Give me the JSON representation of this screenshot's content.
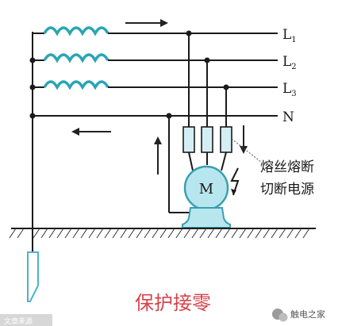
{
  "diagram": {
    "lines": [
      {
        "base": "L",
        "sub": "1"
      },
      {
        "base": "L",
        "sub": "2"
      },
      {
        "base": "L",
        "sub": "3"
      },
      {
        "base": "N",
        "sub": ""
      }
    ],
    "motor_label": "M",
    "fuse_note_line1": "熔丝熔断",
    "fuse_note_line2": "切断电源",
    "caption": "保护接零",
    "watermark_left": "文章来源",
    "watermark_right": "触电之家",
    "colors": {
      "wire": "#1a1a1a",
      "coil": "#2aa5b5",
      "motor_fill": "#b8e6ef",
      "motor_stroke": "#3a9fb2",
      "fuse_fill": "#d4eef4",
      "arrow": "#222222",
      "ground_hatch": "#333333",
      "caption": "#d8424a",
      "electrode": "#4fb3c4"
    }
  }
}
